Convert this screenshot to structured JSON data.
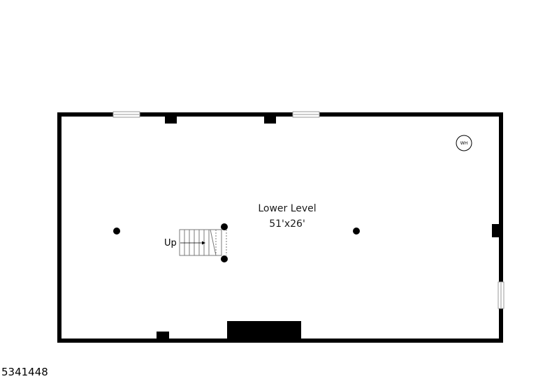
{
  "room": {
    "name": "Lower Level",
    "dimensions": "51'x26'"
  },
  "stairs": {
    "label": "Up"
  },
  "water_heater": {
    "label": "WH"
  },
  "listing_id": "5341448",
  "colors": {
    "wall": "#000000",
    "background": "#ffffff",
    "window_frame": "#9a9a9a",
    "stair_line": "#7a7a7a"
  }
}
